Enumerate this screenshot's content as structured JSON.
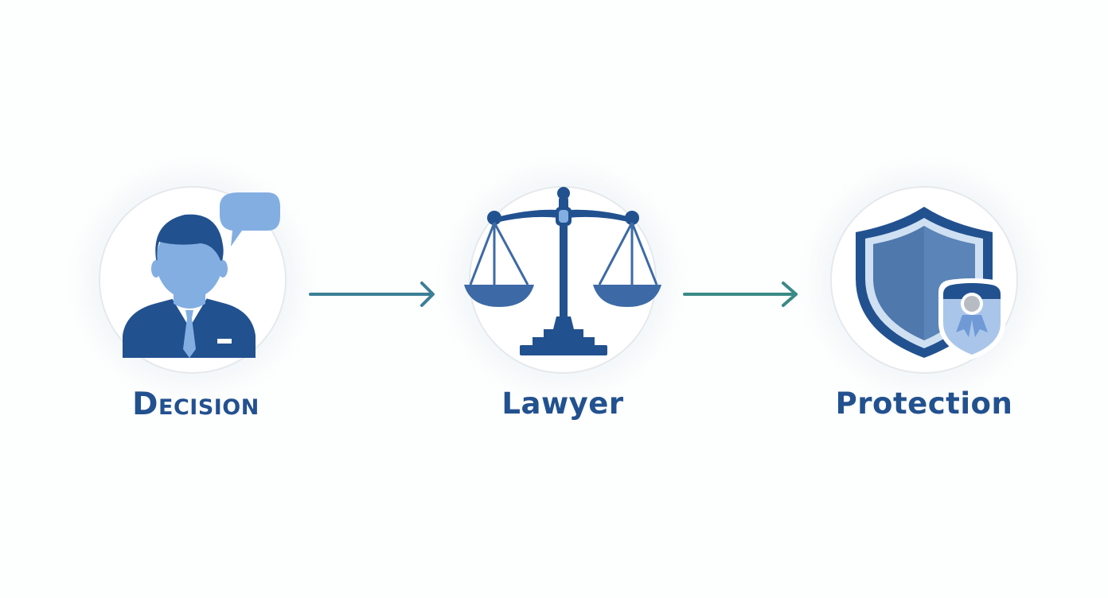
{
  "diagram": {
    "steps": [
      {
        "label": "Decision",
        "icon": "businessman-speech-bubble-icon"
      },
      {
        "label": "Lawyer",
        "icon": "scales-of-justice-icon"
      },
      {
        "label": "Protection",
        "icon": "shield-badge-icon"
      }
    ],
    "arrows": [
      {
        "icon": "arrow-right-icon"
      },
      {
        "icon": "arrow-right-icon"
      }
    ],
    "colors": {
      "primary_navy": "#22518f",
      "light_blue": "#83aee2",
      "mid_blue": "#3d6aa6",
      "arrow_teal": "#3c7f96",
      "circle_border": "#e6e9ec"
    }
  }
}
